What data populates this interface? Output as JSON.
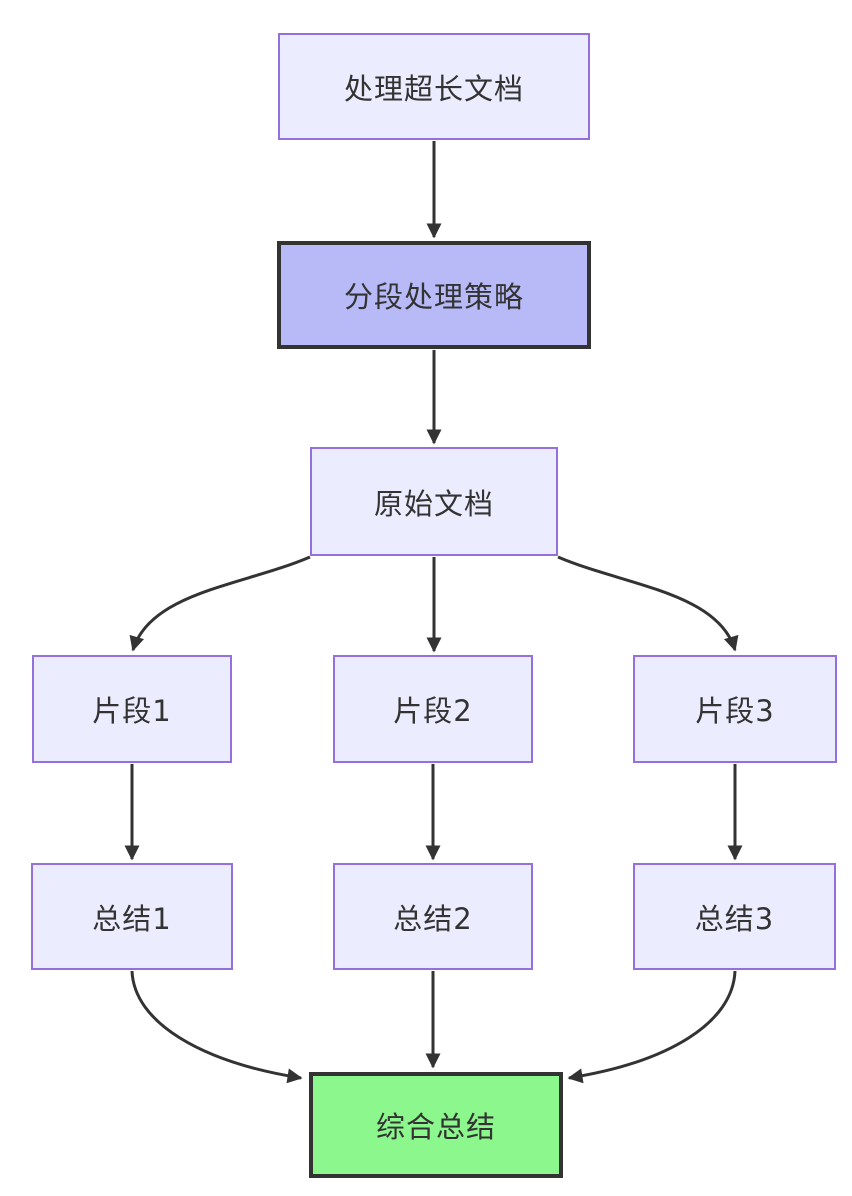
{
  "diagram": {
    "type": "flowchart",
    "direction": "top-down",
    "nodes": [
      {
        "id": "A",
        "label": "处理超长文档",
        "style": "default"
      },
      {
        "id": "B",
        "label": "分段处理策略",
        "style": "highlight"
      },
      {
        "id": "C",
        "label": "原始文档",
        "style": "default"
      },
      {
        "id": "D",
        "label": "片段1",
        "style": "default"
      },
      {
        "id": "E",
        "label": "片段2",
        "style": "default"
      },
      {
        "id": "F",
        "label": "片段3",
        "style": "default"
      },
      {
        "id": "G",
        "label": "总结1",
        "style": "default"
      },
      {
        "id": "H",
        "label": "总结2",
        "style": "default"
      },
      {
        "id": "I",
        "label": "总结3",
        "style": "default"
      },
      {
        "id": "J",
        "label": "综合总结",
        "style": "success"
      }
    ],
    "edges": [
      {
        "from": "A",
        "to": "B"
      },
      {
        "from": "B",
        "to": "C"
      },
      {
        "from": "C",
        "to": "D"
      },
      {
        "from": "C",
        "to": "E"
      },
      {
        "from": "C",
        "to": "F"
      },
      {
        "from": "D",
        "to": "G"
      },
      {
        "from": "E",
        "to": "H"
      },
      {
        "from": "F",
        "to": "I"
      },
      {
        "from": "G",
        "to": "J"
      },
      {
        "from": "H",
        "to": "J"
      },
      {
        "from": "I",
        "to": "J"
      }
    ],
    "colors": {
      "node_fill": "#ECECFF",
      "node_border": "#9370DB",
      "highlight_fill": "#B8BAF8",
      "highlight_border": "#333333",
      "success_fill": "#8CF78C",
      "success_border": "#333333",
      "edge_color": "#333333",
      "text_color": "#333333",
      "background": "#FFFFFF"
    }
  }
}
